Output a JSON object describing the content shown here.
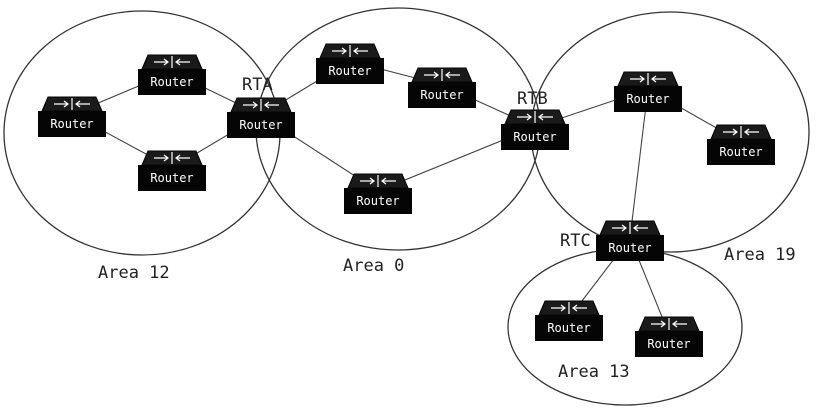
{
  "diagram": {
    "areas": [
      {
        "id": "area12",
        "label": "Area 12"
      },
      {
        "id": "area0",
        "label": "Area 0"
      },
      {
        "id": "area19",
        "label": "Area 19"
      },
      {
        "id": "area13",
        "label": "Area 13"
      }
    ],
    "router_label": "Router",
    "routers": [
      {
        "id": "r12a",
        "name": ""
      },
      {
        "id": "r12b",
        "name": ""
      },
      {
        "id": "r12c",
        "name": ""
      },
      {
        "id": "rta",
        "name": "RTA"
      },
      {
        "id": "r0a",
        "name": ""
      },
      {
        "id": "r0b",
        "name": ""
      },
      {
        "id": "r0c",
        "name": ""
      },
      {
        "id": "rtb",
        "name": "RTB"
      },
      {
        "id": "r19a",
        "name": ""
      },
      {
        "id": "r19b",
        "name": ""
      },
      {
        "id": "rtc",
        "name": "RTC"
      },
      {
        "id": "r13a",
        "name": ""
      },
      {
        "id": "r13b",
        "name": ""
      }
    ],
    "links": [
      [
        "r12a",
        "r12b"
      ],
      [
        "r12a",
        "r12c"
      ],
      [
        "r12b",
        "rta"
      ],
      [
        "r12c",
        "rta"
      ],
      [
        "rta",
        "r0a"
      ],
      [
        "rta",
        "r0c"
      ],
      [
        "r0a",
        "r0b"
      ],
      [
        "r0b",
        "rtb"
      ],
      [
        "r0c",
        "rtb"
      ],
      [
        "rtb",
        "r19a"
      ],
      [
        "r19a",
        "r19b"
      ],
      [
        "r19a",
        "rtc"
      ],
      [
        "rtc",
        "r13a"
      ],
      [
        "rtc",
        "r13b"
      ]
    ]
  }
}
